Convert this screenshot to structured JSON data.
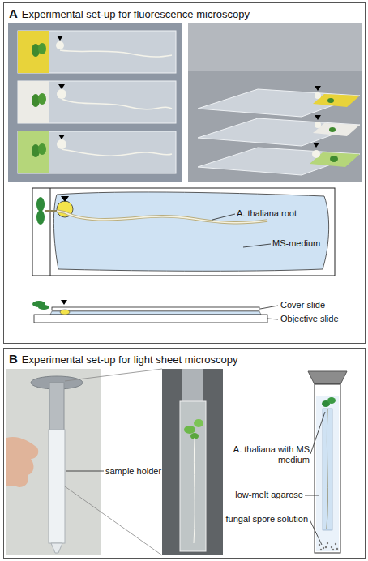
{
  "diagram": {
    "nodes": [
      {
        "text": [
          "A",
          "Experimental set-up for fluorescence microscopy"
        ]
      },
      {
        "text": [
          "B",
          "Experimental set-up for light sheet microscopy"
        ]
      }
    ],
    "labels": [
      "A. thaliana root",
      "MS-medium",
      "Cover slide",
      "Objective slide",
      "sample holder",
      "A. thaliana with MS medium",
      "low-melt agarose",
      "fungal spore solution"
    ]
  }
}
